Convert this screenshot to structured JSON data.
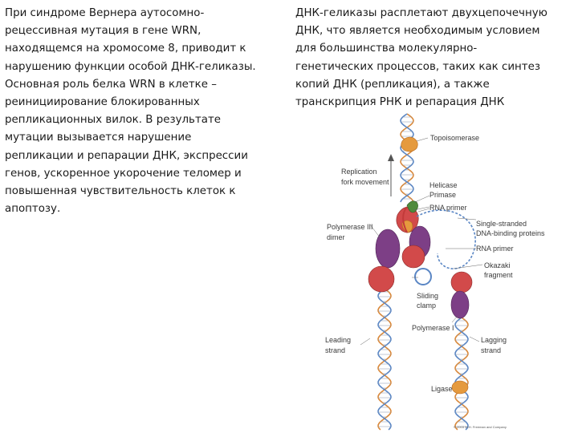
{
  "left_text": {
    "lines": [
      "При синдроме Вернера аутосомно-",
      "рецессивная мутация в гене WRN,",
      "находящемся на хромосоме 8, приводит к",
      "нарушению функции особой ДНК-геликазы.",
      "Основная роль белка WRN в клетке –",
      "реинициирование блокированных",
      "репликационных вилок. В результате",
      "мутации вызывается нарушение",
      "репликации и репарации ДНК, экспрессии",
      "генов, ускоренное укорочение теломер и",
      "повышенная чувствительность клеток к",
      "апоптозу."
    ]
  },
  "right_text": {
    "lines": [
      "ДНК-геликазы расплетают двухцепочечную",
      "ДНК, что является необходимым условием",
      "для большинства молекулярно-",
      "генетических процессов, таких как синтез",
      "копий ДНК (репликация), а также",
      "транскрипция РНК и репарация ДНК"
    ]
  },
  "figure": {
    "labels": {
      "topoisomerase": "Topoisomerase",
      "replication": "Replication",
      "fork_movement": "fork movement",
      "helicase": "Helicase",
      "primase": "Primase",
      "rna_primer_top": "RNA primer",
      "single_stranded": "Single-stranded",
      "binding_proteins": "DNA-binding proteins",
      "polymerase_iii": "Polymerase III",
      "dimer": "dimer",
      "rna_primer_mid": "RNA primer",
      "okazaki": "Okazaki",
      "fragment": "fragment",
      "sliding": "Sliding",
      "clamp": "clamp",
      "polymerase_i": "Polymerase I",
      "leading": "Leading",
      "leading_strand": "strand",
      "lagging": "Lagging",
      "lagging_strand": "strand",
      "ligase": "Ligase"
    },
    "credit": "© 2003 W.H. Freeman and Company",
    "colors": {
      "strand_blue": "#5a86c4",
      "strand_orange": "#d9883a",
      "protein_red": "#d24a4a",
      "protein_purple": "#7d3f86",
      "protein_orange": "#e59a3e",
      "protein_green": "#4f8a3c",
      "rna_red": "#c23a3a"
    }
  }
}
